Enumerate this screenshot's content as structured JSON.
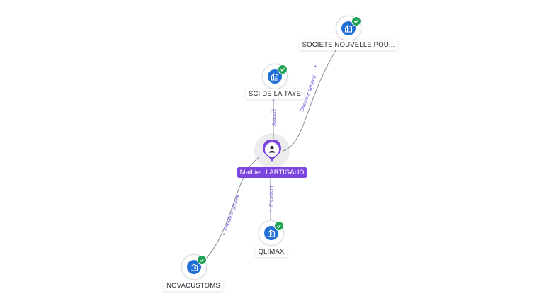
{
  "person": {
    "name": "Mathieu LARTIGAUD",
    "icon": "person-icon",
    "color": "#7b45e0"
  },
  "companies": [
    {
      "id": "societe",
      "name": "SOCIETE NOUVELLE POU...",
      "icon": "company-icon",
      "verified": true
    },
    {
      "id": "sci",
      "name": "SCI DE LA TAYE",
      "icon": "company-icon",
      "verified": true
    },
    {
      "id": "qlimax",
      "name": "QLIMAX",
      "icon": "company-icon",
      "verified": true
    },
    {
      "id": "novacustoms",
      "name": "NOVACUSTOMS",
      "icon": "company-icon",
      "verified": true
    }
  ],
  "relations": [
    {
      "to": "societe",
      "role": "Directeur général"
    },
    {
      "to": "sci",
      "role": "Associé"
    },
    {
      "to": "qlimax",
      "role": "Président"
    },
    {
      "to": "novacustoms",
      "role": "Directeur général"
    }
  ],
  "colors": {
    "company": "#1f6fd6",
    "verified": "#21a356",
    "edge": "#8a8a96",
    "edge_label": "#7b5cd6"
  }
}
